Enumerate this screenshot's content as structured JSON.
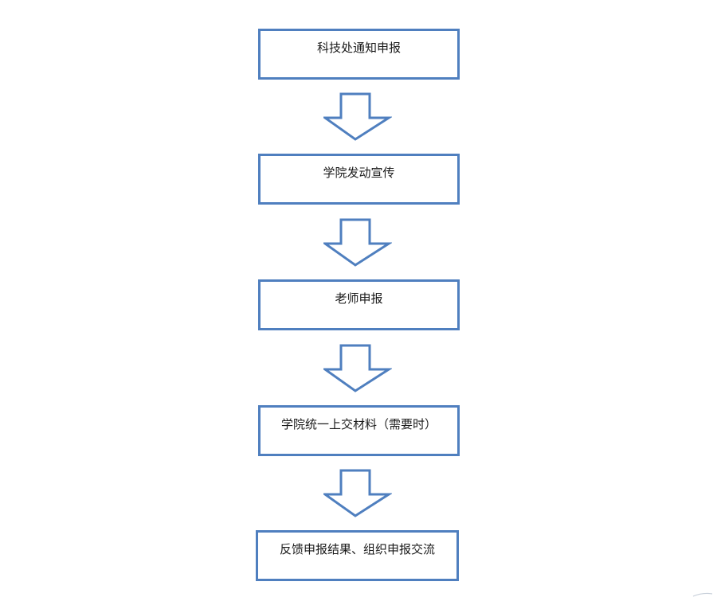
{
  "flow": {
    "steps": [
      {
        "label": "科技处通知申报"
      },
      {
        "label": "学院发动宣传"
      },
      {
        "label": "老师申报"
      },
      {
        "label": "学院统一上交材料（需要时）"
      },
      {
        "label": "反馈申报结果、组织申报交流"
      }
    ]
  },
  "colors": {
    "border": "#4f7fbf",
    "arrow_fill": "#ffffff"
  }
}
